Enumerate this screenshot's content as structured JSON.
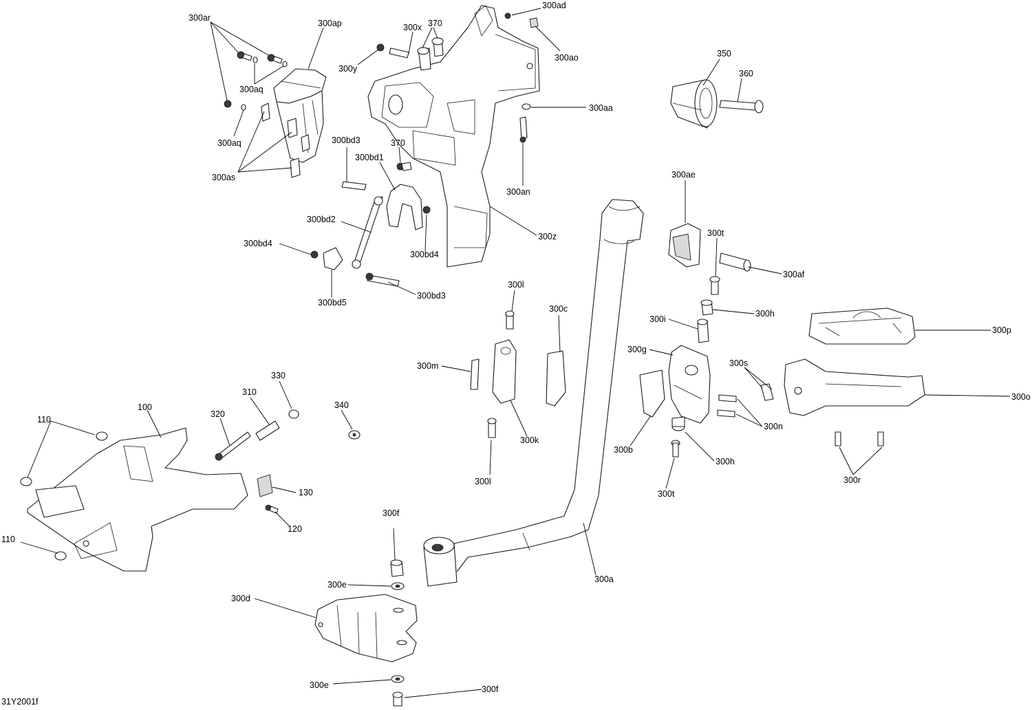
{
  "diagram_code": "31Y2001f",
  "labels": {
    "l300ar": "300ar",
    "l300ap": "300ap",
    "l300x": "300x",
    "l370a": "370",
    "l300ad": "300ad",
    "l300ao": "300ao",
    "l300y": "300y",
    "l300aq1": "300aq",
    "l300aq2": "300aq",
    "l300as": "300as",
    "l300aa": "300aa",
    "l350": "350",
    "l360": "360",
    "l300bd3a": "300bd3",
    "l370b": "370",
    "l300bd1": "300bd1",
    "l300an": "300an",
    "l300ae": "300ae",
    "l300bd2": "300bd2",
    "l300z": "300z",
    "l300t1": "300t",
    "l300bd4a": "300bd4",
    "l300bd4b": "300bd4",
    "l300af": "300af",
    "l300bd3b": "300bd3",
    "l300bd5": "300bd5",
    "l300l1": "300l",
    "l300h1": "300h",
    "l300c": "300c",
    "l300i": "300i",
    "l300p": "300p",
    "l300g": "300g",
    "l300m": "300m",
    "l300s": "300s",
    "l300o": "300o",
    "l330": "330",
    "l310": "310",
    "l340": "340",
    "l100": "100",
    "l320": "320",
    "l110a": "110",
    "l300n": "300n",
    "l300k": "300k",
    "l300b": "300b",
    "l300h2": "300h",
    "l300r": "300r",
    "l300l2": "300l",
    "l130": "130",
    "l300t2": "300t",
    "l120": "120",
    "l110b": "110",
    "l300f1": "300f",
    "l300a": "300a",
    "l300e1": "300e",
    "l300d": "300d",
    "l300e2": "300e",
    "l300f2": "300f"
  }
}
